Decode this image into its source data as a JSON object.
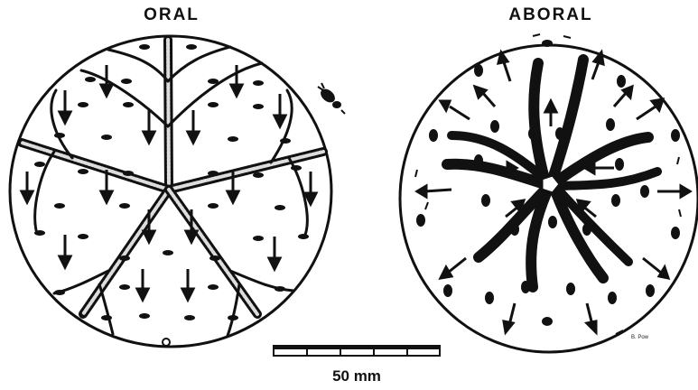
{
  "figure": {
    "oral_title": "ORAL",
    "aboral_title": "ABORAL",
    "scale_bar_label": "50 mm",
    "artist_initials": "B. Pow"
  },
  "colors": {
    "ink": "#111111",
    "background": "#ffffff"
  }
}
